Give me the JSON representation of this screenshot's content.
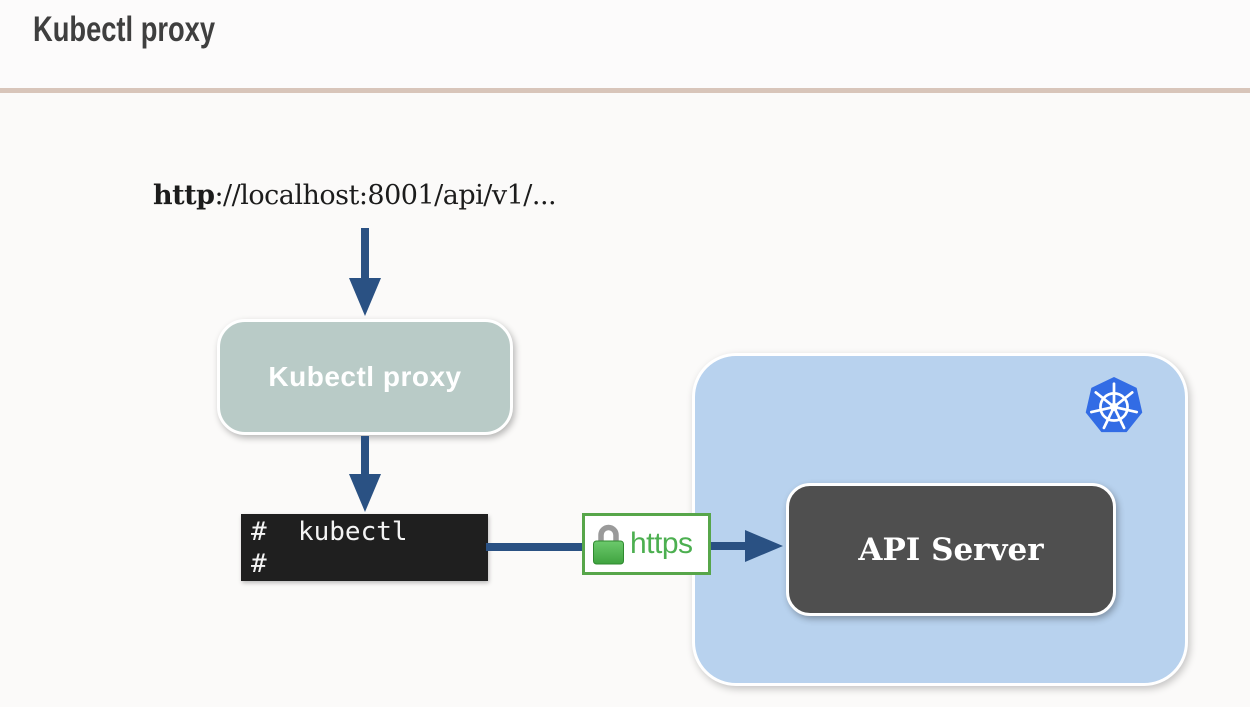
{
  "header": {
    "title": "Kubectl proxy"
  },
  "diagram": {
    "url": {
      "scheme": "http",
      "rest": "://localhost:8001/api/v1/..."
    },
    "proxy_box": {
      "label": "Kubectl proxy"
    },
    "terminal": {
      "line1": "#  kubectl",
      "line2": "#"
    },
    "https_badge": {
      "label": "https",
      "icon": "lock-icon"
    },
    "cluster": {
      "icon": "kubernetes-logo",
      "api_server": {
        "label": "API Server"
      }
    },
    "colors": {
      "arrow_navy": "#2a5183",
      "proxy_box_fill": "#b9cbc7",
      "cluster_fill": "#b8d2ee",
      "api_server_fill": "#4f4f4f",
      "terminal_bg": "#1f1f1f",
      "https_green": "#4caf50",
      "https_border_green": "#57a64a",
      "divider_tan": "#d8c5ba",
      "kubernetes_blue": "#326ce5",
      "title_gray": "#3f3f3f"
    }
  }
}
